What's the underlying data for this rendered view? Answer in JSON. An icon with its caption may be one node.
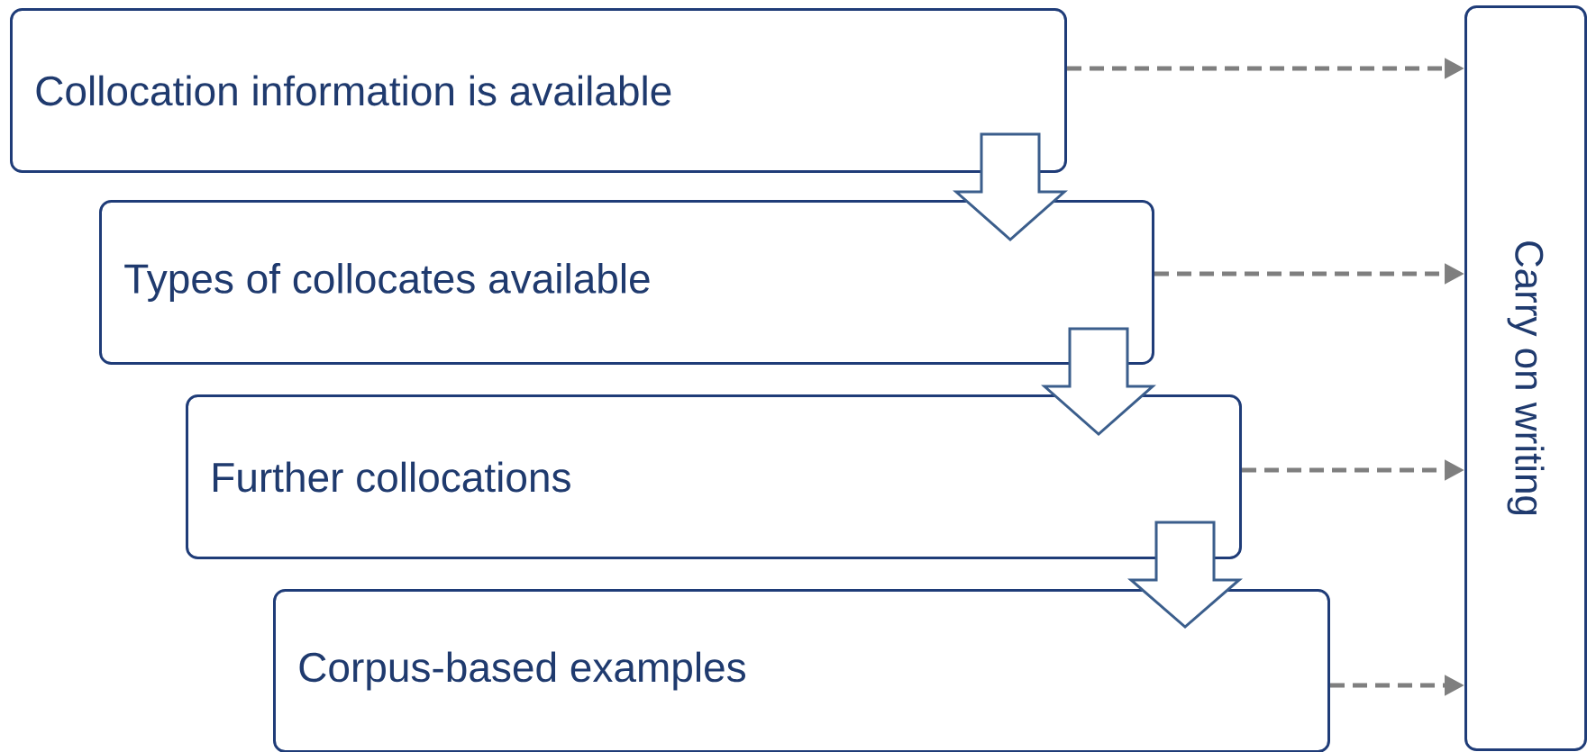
{
  "diagram": {
    "nodes": [
      {
        "text": [
          "Collocation information is available"
        ]
      },
      {
        "text": [
          "Types of collocates available"
        ]
      },
      {
        "text": [
          "Further collocations"
        ]
      },
      {
        "text": [
          "Corpus-based examples"
        ]
      },
      {
        "text": [
          "Carry on writing"
        ]
      }
    ],
    "edges": [
      {
        "from": 0,
        "to": 1,
        "arrow": "to",
        "style": "thick",
        "color": "#3b5e8c"
      },
      {
        "from": 1,
        "to": 2,
        "arrow": "to",
        "style": "thick",
        "color": "#3b5e8c"
      },
      {
        "from": 2,
        "to": 3,
        "arrow": "to",
        "style": "thick",
        "color": "#3b5e8c"
      },
      {
        "from": 0,
        "to": 4,
        "arrow": "to",
        "style": "dashed"
      },
      {
        "from": 1,
        "to": 4,
        "arrow": "to",
        "style": "dashed"
      },
      {
        "from": 2,
        "to": 4,
        "arrow": "to",
        "style": "dashed"
      },
      {
        "from": 3,
        "to": 4,
        "arrow": "to",
        "style": "dashed"
      }
    ]
  }
}
